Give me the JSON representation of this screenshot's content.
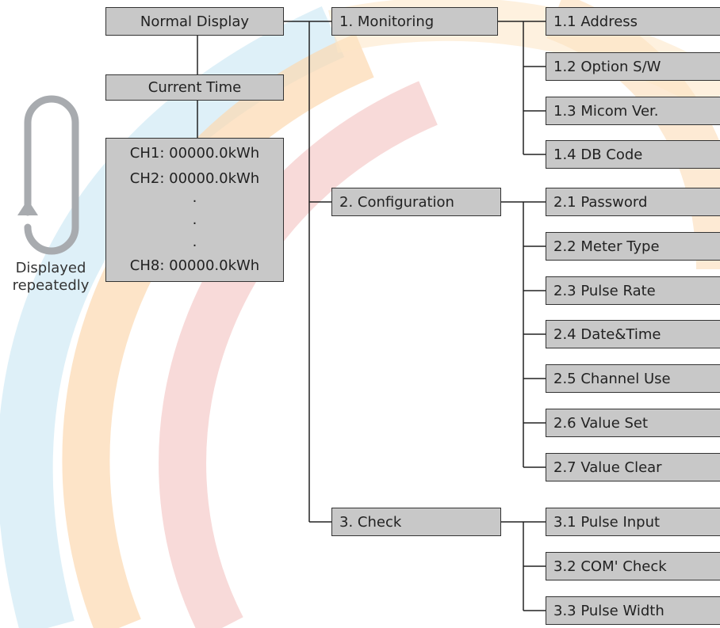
{
  "diagram": {
    "colors": {
      "box_fill": "#c8c8c8",
      "box_border": "#333333",
      "line": "#222222",
      "loop_arrow": "#a8abaf"
    },
    "left": {
      "normal_display": "Normal Display",
      "current_time": "Current Time",
      "channels": [
        "CH1: 00000.0kWh",
        "CH2: 00000.0kWh",
        ".",
        ".",
        ".",
        "CH8: 00000.0kWh"
      ],
      "loop_label": [
        "Displayed",
        "repeatedly"
      ]
    },
    "groups": [
      {
        "label": "1. Monitoring",
        "items": [
          "1.1 Address",
          "1.2 Option S/W",
          "1.3 Micom Ver.",
          "1.4 DB Code"
        ]
      },
      {
        "label": "2. Configuration",
        "items": [
          "2.1 Password",
          "2.2 Meter Type",
          "2.3 Pulse Rate",
          "2.4 Date&Time",
          "2.5 Channel Use",
          "2.6 Value Set",
          "2.7 Value Clear"
        ]
      },
      {
        "label": "3. Check",
        "items": [
          "3.1 Pulse Input",
          "3.2 COM' Check",
          "3.3 Pulse Width"
        ]
      }
    ]
  }
}
